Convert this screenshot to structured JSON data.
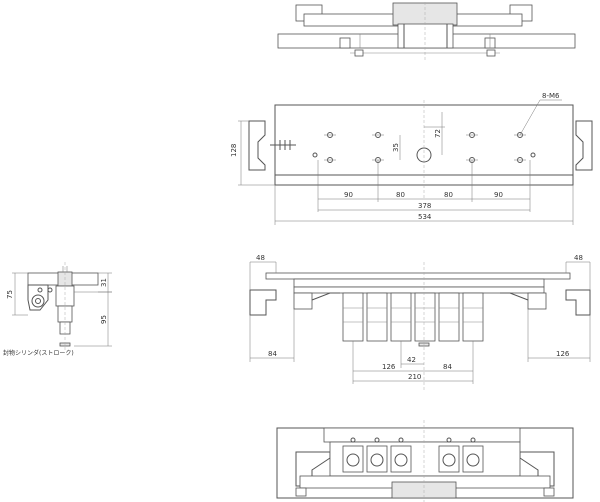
{
  "front_view": {
    "callout": "8-M6",
    "dims": {
      "height_128": "128",
      "v_72": "72",
      "v_35": "35",
      "h_90_left": "90",
      "h_80_left": "80",
      "h_80_right": "80",
      "h_90_right": "90",
      "total_378": "378",
      "total_534": "534"
    }
  },
  "side_view": {
    "dims": {
      "d75": "75",
      "d31": "31",
      "d95": "95"
    },
    "note": "封物シリンダ(ストローク)"
  },
  "plan_view": {
    "dims": {
      "left_48": "48",
      "right_48": "48",
      "left_84": "84",
      "right_126": "126",
      "d42": "42",
      "d126": "126",
      "d84": "84",
      "d210": "210"
    }
  }
}
